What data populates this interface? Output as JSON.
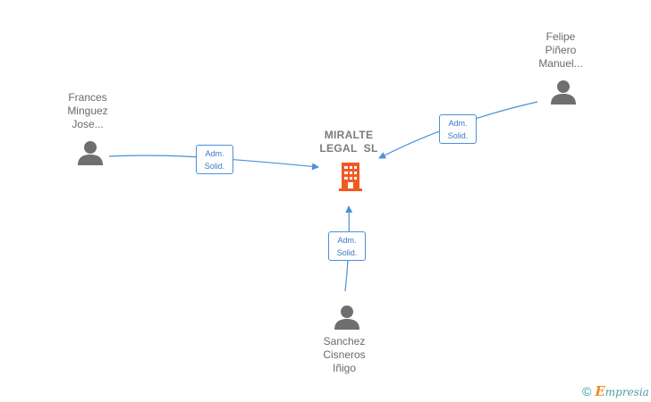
{
  "company": {
    "name_lines": [
      "MIRALTE",
      "LEGAL  SL"
    ],
    "icon": "building-icon",
    "color": "#f15a22"
  },
  "persons": [
    {
      "id": "frances",
      "name_lines": [
        "Frances",
        "Minguez",
        "Jose..."
      ],
      "icon": "person-icon"
    },
    {
      "id": "felipe",
      "name_lines": [
        "Felipe",
        "Piñero",
        "Manuel..."
      ],
      "icon": "person-icon"
    },
    {
      "id": "sanchez",
      "name_lines": [
        "Sanchez",
        "Cisneros",
        "Iñigo"
      ],
      "icon": "person-icon"
    }
  ],
  "edges": [
    {
      "from": "frances",
      "to": "company",
      "label_lines": [
        "Adm.",
        "Solid."
      ]
    },
    {
      "from": "felipe",
      "to": "company",
      "label_lines": [
        "Adm.",
        "Solid."
      ]
    },
    {
      "from": "sanchez",
      "to": "company",
      "label_lines": [
        "Adm.",
        "Solid."
      ]
    }
  ],
  "colors": {
    "edge": "#4a90d9",
    "person_icon": "#6f6f6f",
    "text": "#6a6a6a"
  },
  "watermark": {
    "symbol": "©",
    "brand_first": "E",
    "brand_rest": "mpresia"
  }
}
